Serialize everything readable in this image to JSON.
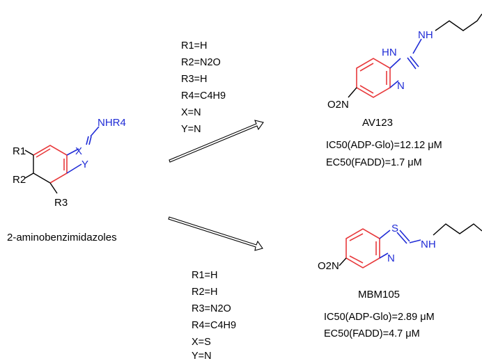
{
  "precursor": {
    "substituent_amine": "NHR4",
    "x_atom": "X",
    "y_atom": "Y",
    "r1": "R1",
    "r2": "R2",
    "r3": "R3",
    "caption": "2-aminobenzimidazoles"
  },
  "conditions_top": [
    "R1=H",
    "R2=N2O",
    "R3=H",
    "R4=C4H9",
    "X=N",
    "Y=N"
  ],
  "conditions_bottom": [
    "R1=H",
    "R2=H",
    "R3=N2O",
    "R4=C4H9",
    "X=S",
    "Y=N"
  ],
  "product_top": {
    "nh_amine": "NH",
    "nh_ring": "HN",
    "n_ring": "N",
    "nitro": "O2N",
    "name": "AV123",
    "ic50": "IC50(ADP-Glo)=12.12 μM",
    "ec50": "EC50(FADD)=1.7 μM"
  },
  "product_bottom": {
    "s_atom": "S",
    "nh_amine": "NH",
    "n_ring": "N",
    "nitro": "O2N",
    "name": "MBM105",
    "ic50": "IC50(ADP-Glo)=2.89 μM",
    "ec50": "EC50(FADD)=4.7 μM"
  }
}
